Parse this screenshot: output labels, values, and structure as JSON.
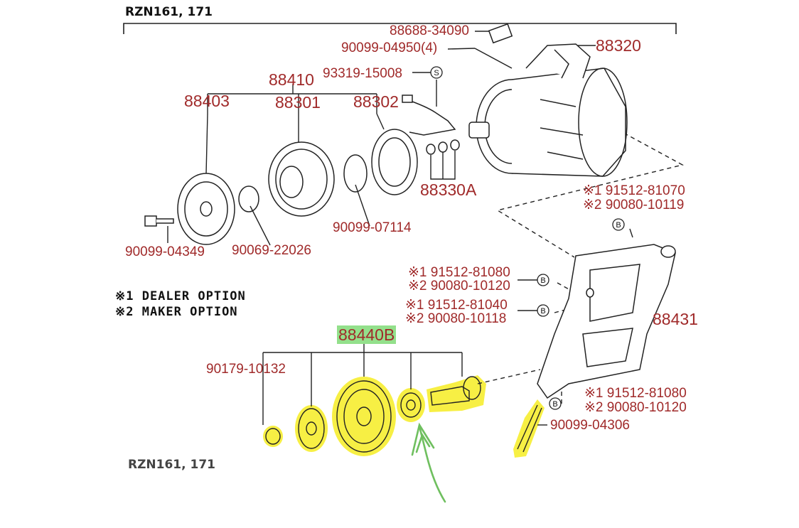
{
  "title": "RZN161, 171",
  "colors": {
    "part_number": "#a02a2a",
    "line": "#222222",
    "highlight_yellow": "#f7ef3a",
    "highlight_green": "#93e08b",
    "annotation_arrow": "#6fbf5f"
  },
  "parts": {
    "p88688": "88688-34090",
    "p90099_04950": "90099-04950(4)",
    "p88320": "88320",
    "p93319": "93319-15008",
    "p88410": "88410",
    "p88403": "88403",
    "p88301": "88301",
    "p88302": "88302",
    "p88330A": "88330A",
    "p90099_07114": "90099-07114",
    "p90099_04349": "90099-04349",
    "p90069_22026": "90069-22026",
    "p91512_81070": "※1 91512-81070",
    "p90080_10119": "※2 90080-10119",
    "p91512_81080a": "※1 91512-81080",
    "p90080_10120a": "※2 90080-10120",
    "p91512_81040": "※1 91512-81040",
    "p90080_10118": "※2 90080-10118",
    "p88431": "88431",
    "p88440B": "88440B",
    "p90179_10132": "90179-10132",
    "p91512_81080b": "※1 91512-81080",
    "p90080_10120b": "※2 90080-10120",
    "p90099_04306": "90099-04306"
  },
  "legend": {
    "dealer": "※1 DEALER OPTION",
    "maker": "※2 MAKER OPTION"
  },
  "markers": {
    "S": "S",
    "B": "B"
  },
  "cutoff_text": "RZN161, 171"
}
